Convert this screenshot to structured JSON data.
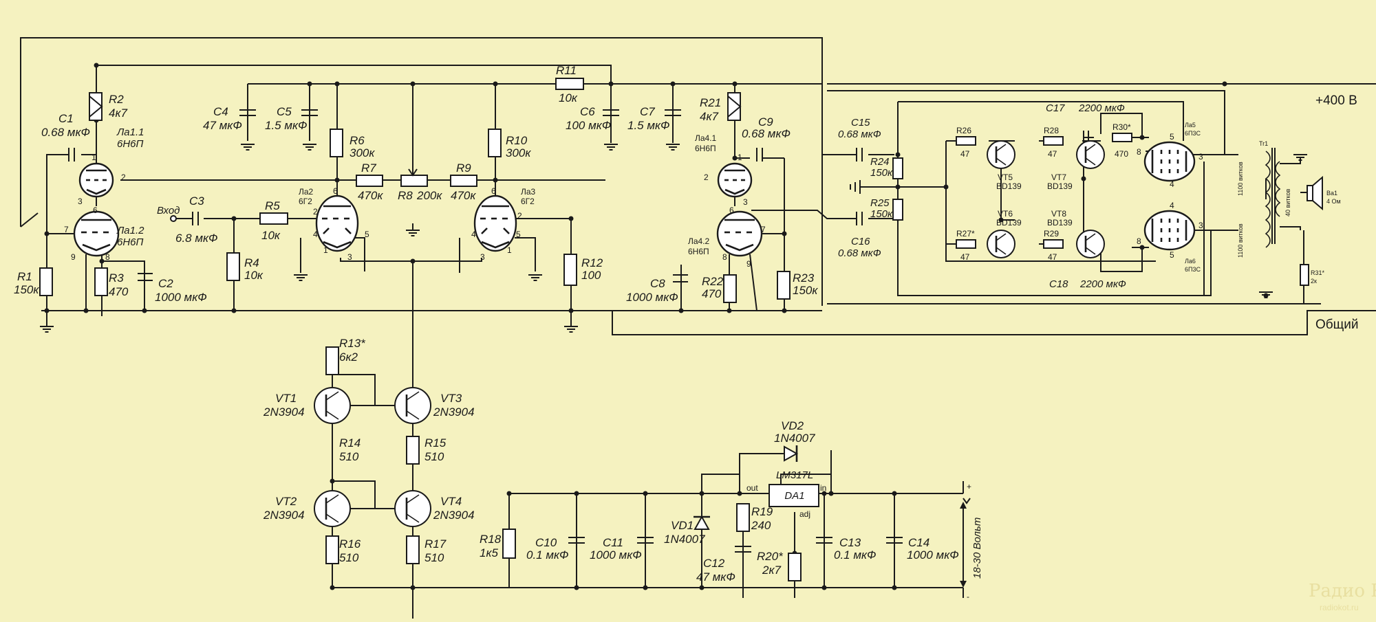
{
  "rails": {
    "hv": "+400 В",
    "common": "Общий"
  },
  "input_label": "Вход",
  "tubes": [
    {
      "ref": "Ла1.1",
      "type": "6Н6П"
    },
    {
      "ref": "Ла1.2",
      "type": "6Н6П"
    },
    {
      "ref": "Ла2",
      "type": "6Г2"
    },
    {
      "ref": "Ла3",
      "type": "6Г2"
    },
    {
      "ref": "Ла4.1",
      "type": "6Н6П"
    },
    {
      "ref": "Ла4.2",
      "type": "6Н6П"
    },
    {
      "ref": "Ла5",
      "type": "6П3С"
    },
    {
      "ref": "Ла6",
      "type": "6П3С"
    }
  ],
  "resistors": [
    {
      "ref": "R1",
      "value": "150к"
    },
    {
      "ref": "R2",
      "value": "4к7"
    },
    {
      "ref": "R3",
      "value": "470"
    },
    {
      "ref": "R4",
      "value": "10к"
    },
    {
      "ref": "R5",
      "value": "10к"
    },
    {
      "ref": "R6",
      "value": "300к"
    },
    {
      "ref": "R7",
      "value": "470к"
    },
    {
      "ref": "R8",
      "value": "200к"
    },
    {
      "ref": "R9",
      "value": "470к"
    },
    {
      "ref": "R10",
      "value": "300к"
    },
    {
      "ref": "R11",
      "value": "10к"
    },
    {
      "ref": "R12",
      "value": "100"
    },
    {
      "ref": "R13*",
      "value": "6к2"
    },
    {
      "ref": "R14",
      "value": "510"
    },
    {
      "ref": "R15",
      "value": "510"
    },
    {
      "ref": "R16",
      "value": "510"
    },
    {
      "ref": "R17",
      "value": "510"
    },
    {
      "ref": "R18",
      "value": "1к5"
    },
    {
      "ref": "R19",
      "value": "240"
    },
    {
      "ref": "R20*",
      "value": "2к7"
    },
    {
      "ref": "R21",
      "value": "4к7"
    },
    {
      "ref": "R22",
      "value": "470"
    },
    {
      "ref": "R23",
      "value": "150к"
    },
    {
      "ref": "R24",
      "value": "150к"
    },
    {
      "ref": "R25",
      "value": "150к"
    },
    {
      "ref": "R26",
      "value": "47"
    },
    {
      "ref": "R27*",
      "value": "47"
    },
    {
      "ref": "R28",
      "value": "47"
    },
    {
      "ref": "R29",
      "value": "47"
    },
    {
      "ref": "R30*",
      "value": "470"
    },
    {
      "ref": "R31*",
      "value": "2к"
    }
  ],
  "capacitors": [
    {
      "ref": "C1",
      "value": "0.68 мкФ"
    },
    {
      "ref": "C2",
      "value": "1000 мкФ"
    },
    {
      "ref": "C3",
      "value": "6.8 мкФ"
    },
    {
      "ref": "C4",
      "value": "47 мкФ"
    },
    {
      "ref": "C5",
      "value": "1.5 мкФ"
    },
    {
      "ref": "C6",
      "value": "100 мкФ"
    },
    {
      "ref": "C7",
      "value": "1.5 мкФ"
    },
    {
      "ref": "C8",
      "value": "1000 мкФ"
    },
    {
      "ref": "C9",
      "value": "0.68 мкФ"
    },
    {
      "ref": "C10",
      "value": "0.1 мкФ"
    },
    {
      "ref": "C11",
      "value": "1000 мкФ"
    },
    {
      "ref": "C12",
      "value": "47 мкФ"
    },
    {
      "ref": "C13",
      "value": "0.1 мкФ"
    },
    {
      "ref": "C14",
      "value": "1000 мкФ"
    },
    {
      "ref": "C15",
      "value": "0.68 мкФ"
    },
    {
      "ref": "C16",
      "value": "0.68 мкФ"
    },
    {
      "ref": "C17",
      "value": "2200 мкФ"
    },
    {
      "ref": "C18",
      "value": "2200 мкФ"
    }
  ],
  "transistors": [
    {
      "ref": "VT1",
      "type": "2N3904"
    },
    {
      "ref": "VT2",
      "type": "2N3904"
    },
    {
      "ref": "VT3",
      "type": "2N3904"
    },
    {
      "ref": "VT4",
      "type": "2N3904"
    },
    {
      "ref": "VT5",
      "type": "BD139"
    },
    {
      "ref": "VT6",
      "type": "BD139"
    },
    {
      "ref": "VT7",
      "type": "BD139"
    },
    {
      "ref": "VT8",
      "type": "BD139"
    }
  ],
  "diodes": [
    {
      "ref": "VD1",
      "type": "1N4007"
    },
    {
      "ref": "VD2",
      "type": "1N4007"
    }
  ],
  "regulator": {
    "ref": "DA1",
    "type": "LM317L",
    "pin_out": "out",
    "pin_in": "in",
    "pin_adj": "adj"
  },
  "transformer": {
    "ref": "Tr1",
    "primary_a": "1100 витков",
    "primary_b": "1100 витков",
    "secondary": "40 витков"
  },
  "speaker": {
    "ref": "Ва1",
    "impedance": "4 Ом"
  },
  "supply_label": "18-30 Вольт",
  "watermark": {
    "line1": "Радио КОТ",
    "line2": "radiokot.ru"
  }
}
